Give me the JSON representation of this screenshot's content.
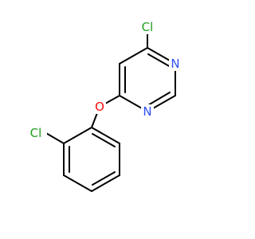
{
  "molecule": {
    "atoms": {
      "cl_top": {
        "symbol": "Cl",
        "color": "#1FA01F"
      },
      "n_ring_right": {
        "symbol": "N",
        "color": "#3050F8"
      },
      "n_ring_bottom": {
        "symbol": "N",
        "color": "#3050F8"
      },
      "o_ether": {
        "symbol": "O",
        "color": "#FF0D0D"
      },
      "cl_phenyl": {
        "symbol": "Cl",
        "color": "#1FA01F"
      }
    },
    "bond_color": "#000000"
  }
}
